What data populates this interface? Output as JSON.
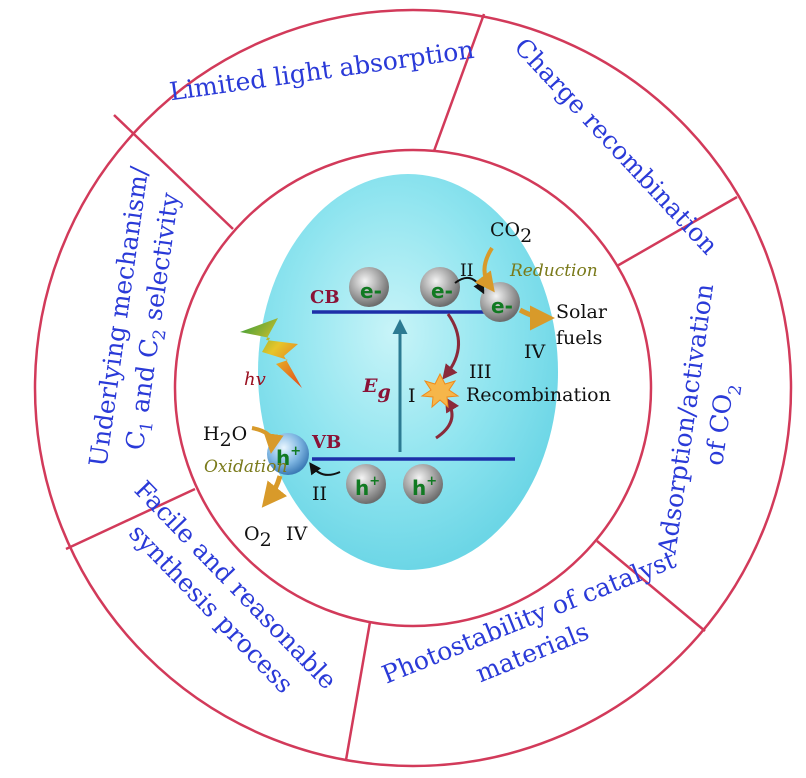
{
  "segments": {
    "light": "Limited light absorption",
    "charge": "Charge recombination",
    "adsorption_line1": "Adsorption/activation",
    "adsorption_line2": "of CO",
    "adsorption_sub": "2",
    "photostability_line1": "Photostability of catalyst",
    "photostability_line2": "materials",
    "synthesis_line1": "Facile and reasonable",
    "synthesis_line2": "synthesis process",
    "mechanism_line1": "Underlying mechanism/",
    "mechanism_c": "C",
    "mechanism_sub1": "1",
    "mechanism_and": " and C",
    "mechanism_sub2": "2",
    "mechanism_rest": " selectivity"
  },
  "center": {
    "cb": "CB",
    "vb": "VB",
    "eg_main": "E",
    "eg_sub": "g",
    "hv": "hv",
    "electron": "e-",
    "hole": "h",
    "hole_sup": "+",
    "co2_main": "CO",
    "co2_sub": "2",
    "h2o_main": "H",
    "h2o_sub": "2",
    "h2o_tail": "O",
    "o2_main": "O",
    "o2_sub": "2",
    "reduction": "Reduction",
    "oxidation": "Oxidation",
    "solar": "Solar",
    "fuels": "fuels",
    "recombination": "Recombination",
    "step_I": "I",
    "step_II": "II",
    "step_III": "III",
    "step_IV": "IV"
  },
  "colors": {
    "ring_stroke": "#d23a5a",
    "segment_text": "#2a3ad8",
    "band_line": "#1d2fa8",
    "band_label": "#8a1236",
    "carrier_text": "#117a22",
    "process_text": "#7a7a1a",
    "arrow_orange": "#d89a2a",
    "arrow_maroon": "#8a2a3a"
  }
}
